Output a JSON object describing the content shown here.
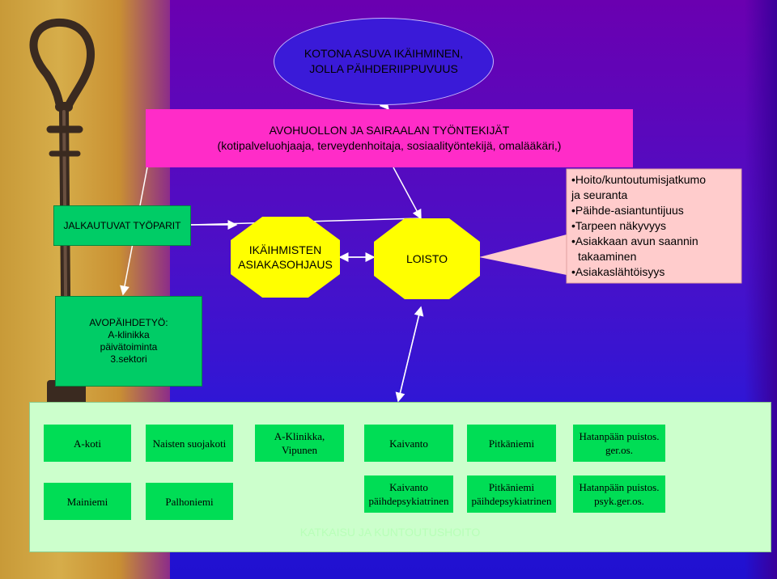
{
  "top_ellipse": {
    "line1": "KOTONA ASUVA IKÄIHMINEN,",
    "line2": "JOLLA PÄIHDERIIPPUVUUS"
  },
  "staff_box": {
    "line1": "AVOHUOLLON JA SAIRAALAN TYÖNTEKIJÄT",
    "line2": "(kotipalveluohjaaja, terveydenhoitaja, sosiaalityöntekijä, omalääkäri,)"
  },
  "work_pairs": {
    "label": "JALKAUTUVAT TYÖPARIT"
  },
  "client_guidance": {
    "line1": "IKÄIHMISTEN",
    "line2": "ASIAKASOHJAUS"
  },
  "loisto": {
    "label": "LOISTO"
  },
  "callout": {
    "items": [
      "•Hoito/kuntoutumisjatkumo",
      "ja seuranta",
      "•Päihde-asiantuntijuus",
      "•Tarpeen näkyvyys",
      "•Asiakkaan avun saannin",
      "takaaminen",
      "•Asiakaslähtöisyys"
    ]
  },
  "outpatient": {
    "line1": "AVOPÄIHDETYÖ:",
    "line2": "A-klinikka",
    "line3": "päivätoiminta",
    "line4": "3.sektori"
  },
  "services": {
    "row1": [
      {
        "line1": "A-koti",
        "line2": ""
      },
      {
        "line1": "Naisten suojakoti",
        "line2": ""
      },
      {
        "line1": "A-Klinikka,",
        "line2": "Vipunen"
      },
      {
        "line1": "Kaivanto",
        "line2": ""
      },
      {
        "line1": "Pitkäniemi",
        "line2": ""
      },
      {
        "line1": "Hatanpään puistos.",
        "line2": "ger.os."
      }
    ],
    "row2": [
      {
        "line1": "Mainiemi",
        "line2": ""
      },
      {
        "line1": "Palhoniemi",
        "line2": ""
      },
      {
        "line1": "Kaivanto",
        "line2": "päihdepsykiatrinen"
      },
      {
        "line1": "Pitkäniemi",
        "line2": "päihdepsykiatrinen"
      },
      {
        "line1": "Hatanpään puistos.",
        "line2": "psyk.ger.os."
      }
    ],
    "footer": "KATKAISU JA KUNTOUTUSHOITO"
  },
  "colors": {
    "background": "#3a10c8",
    "staff_box": "#ff2cc8",
    "green_box": "#00cc66",
    "octagon": "#ffff00",
    "callout": "#ffcccc",
    "service_panel": "#ccffcc",
    "service_cell": "#00dd55"
  },
  "icons": [
    "key-image"
  ]
}
